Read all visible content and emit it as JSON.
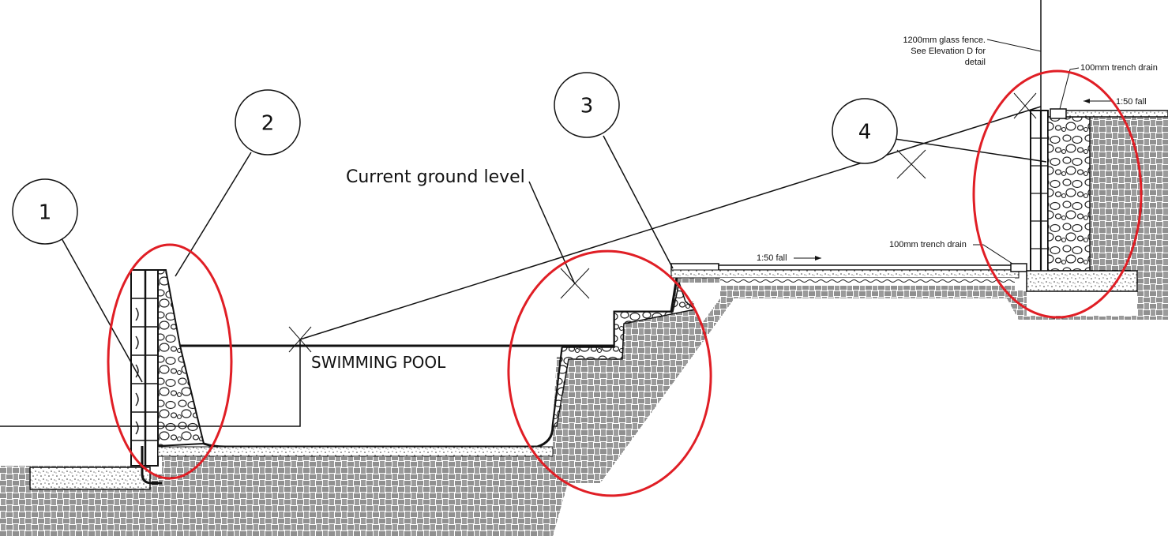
{
  "callouts": [
    {
      "id": "1",
      "label": "1"
    },
    {
      "id": "2",
      "label": "2"
    },
    {
      "id": "3",
      "label": "3"
    },
    {
      "id": "4",
      "label": "4"
    }
  ],
  "labels": {
    "current_ground_level": "Current ground level",
    "swimming_pool": "SWIMMING POOL",
    "glass_fence_line1": "1200mm glass fence.",
    "glass_fence_line2": "See Elevation D for",
    "glass_fence_line3": "detail",
    "trench_drain_top": "100mm trench drain",
    "trench_drain_mid": "100mm trench drain",
    "fall_top": "1:50 fall",
    "fall_mid": "1:50 fall"
  },
  "colors": {
    "ink": "#111111",
    "highlight": "#e01e25",
    "background": "#ffffff"
  }
}
